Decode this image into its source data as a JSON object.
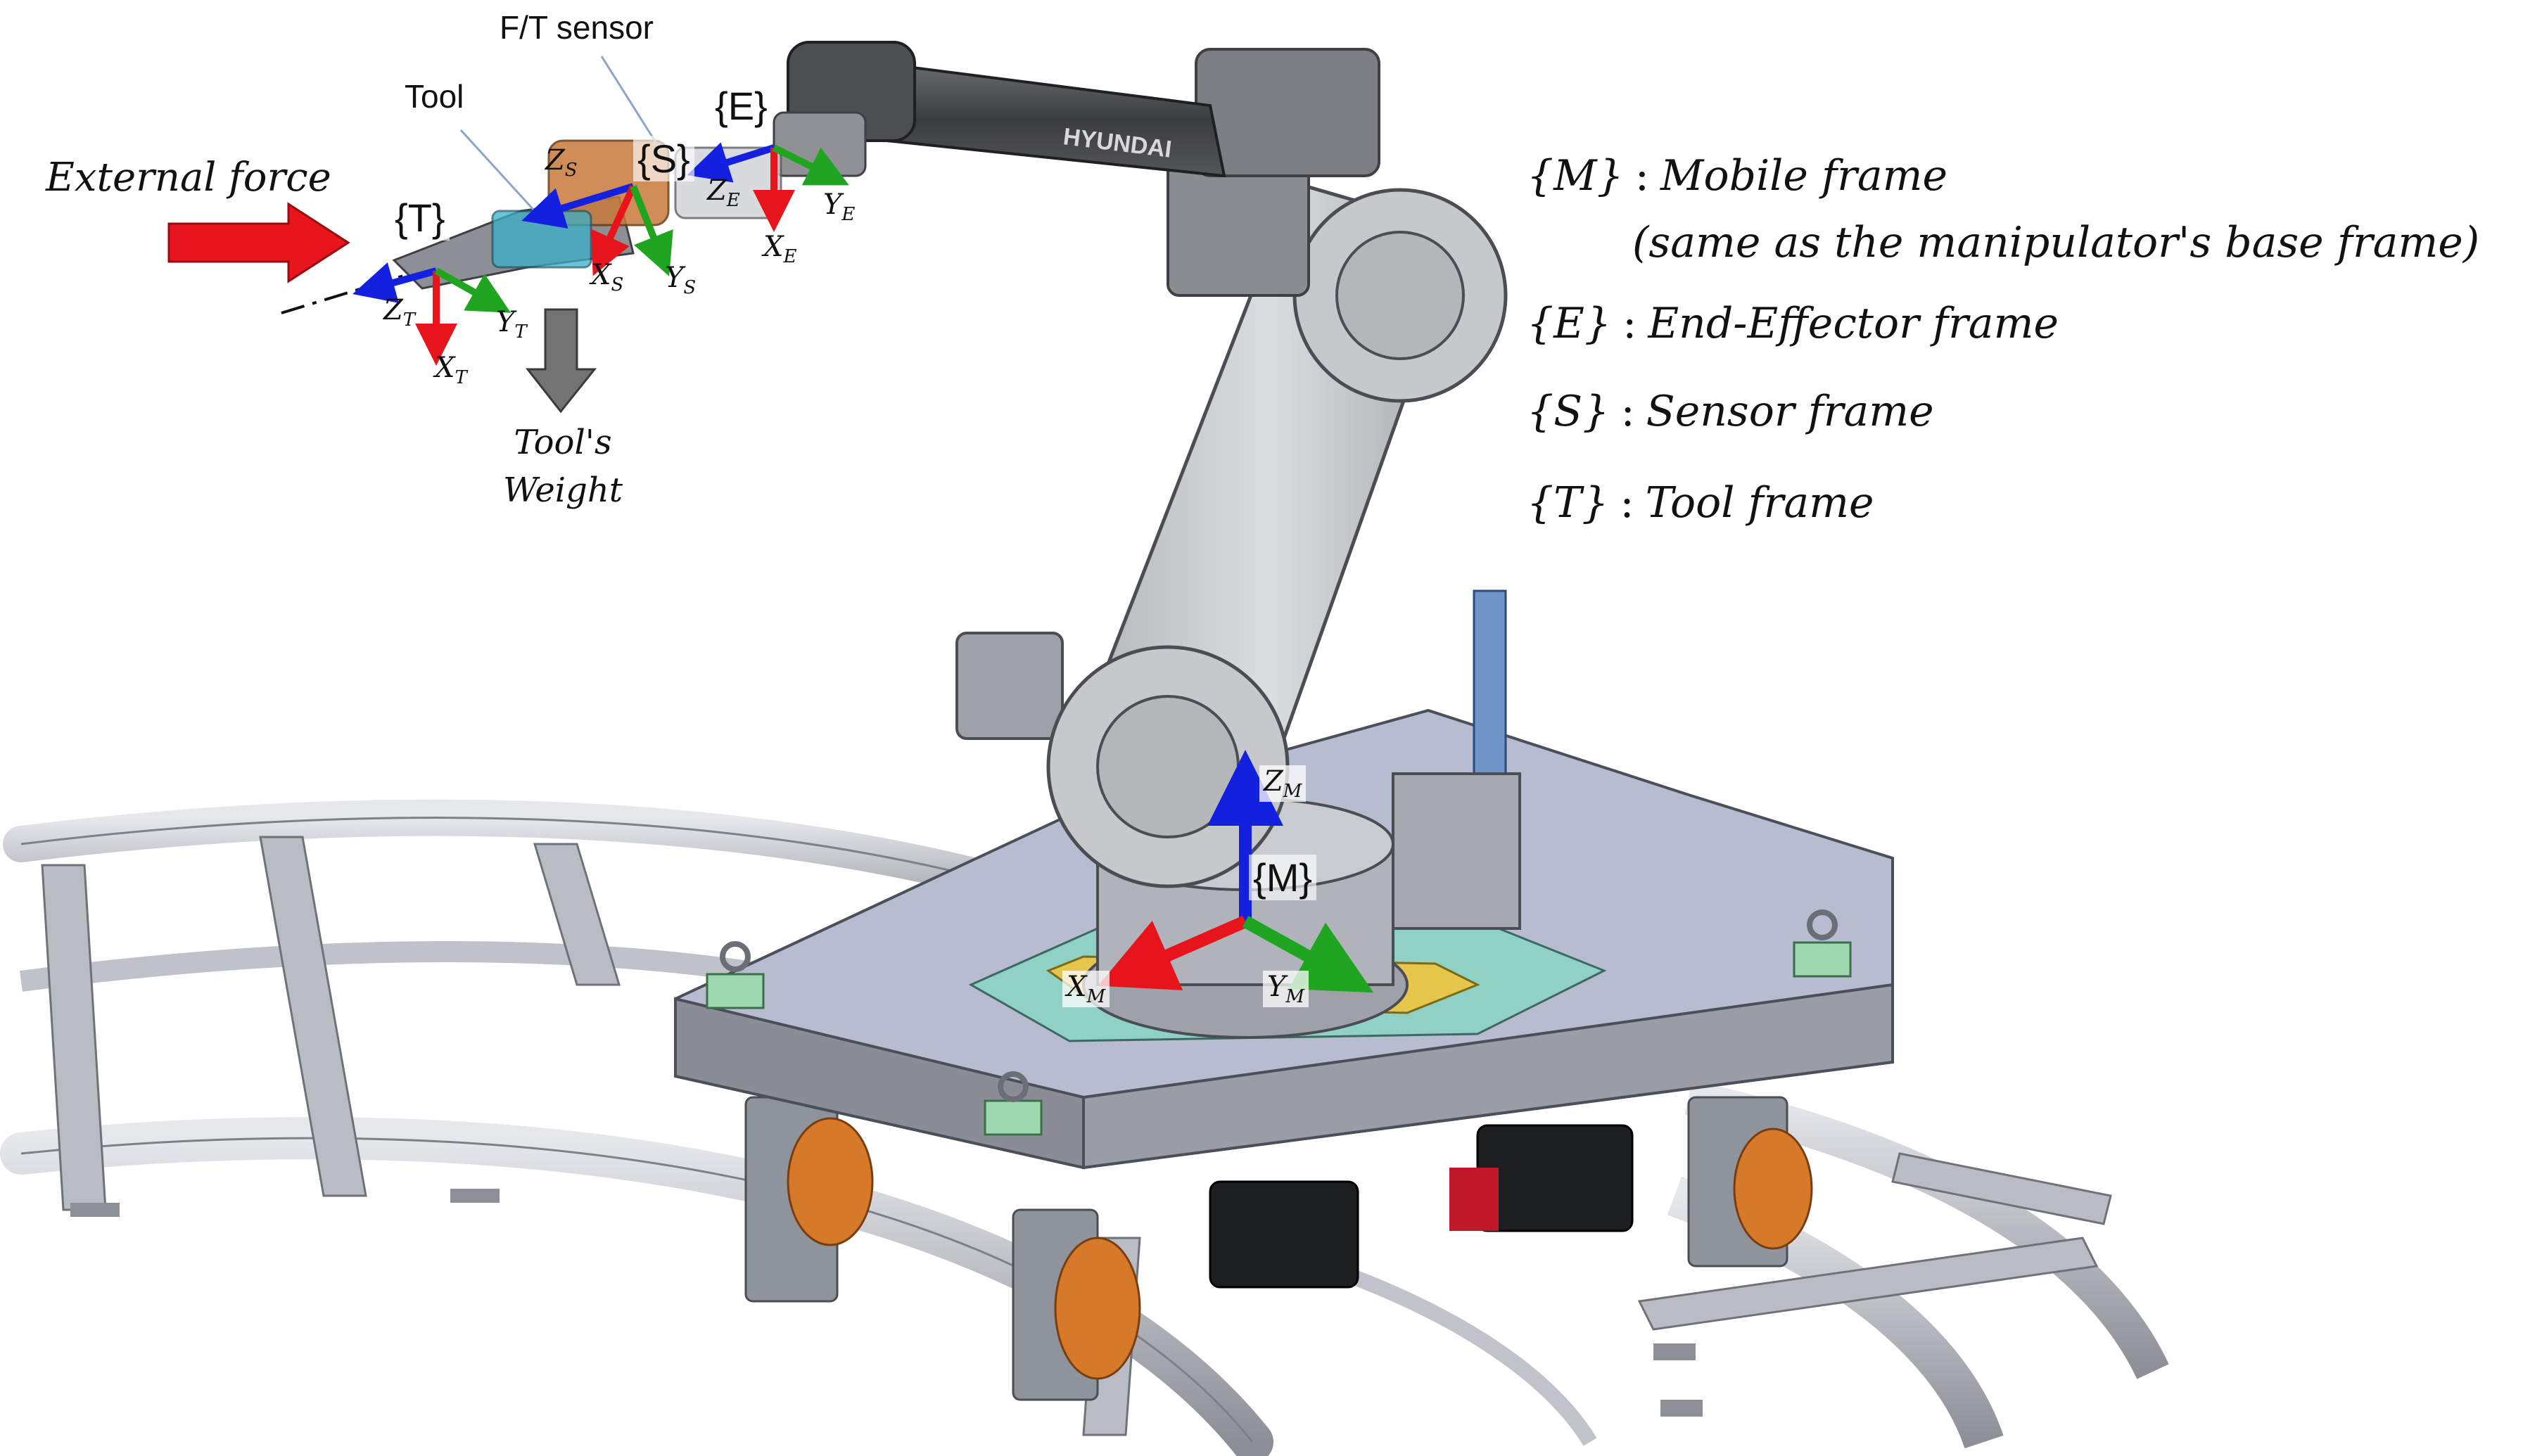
{
  "callouts": {
    "ft_sensor": "F/T sensor",
    "tool": "Tool",
    "external_force": "External force",
    "tools_weight_line1": "Tool's",
    "tools_weight_line2": "Weight"
  },
  "frame_tags": {
    "E": "{E}",
    "S": "{S}",
    "T": "{T}",
    "M": "{M}"
  },
  "axes": {
    "ZS": {
      "base": "Z",
      "sub": "S"
    },
    "XS": {
      "base": "X",
      "sub": "S"
    },
    "YS": {
      "base": "Y",
      "sub": "S"
    },
    "ZE": {
      "base": "Z",
      "sub": "E"
    },
    "XE": {
      "base": "X",
      "sub": "E"
    },
    "YE": {
      "base": "Y",
      "sub": "E"
    },
    "ZT": {
      "base": "Z",
      "sub": "T"
    },
    "XT": {
      "base": "X",
      "sub": "T"
    },
    "YT": {
      "base": "Y",
      "sub": "T"
    },
    "ZM": {
      "base": "Z",
      "sub": "M"
    },
    "XM": {
      "base": "X",
      "sub": "M"
    },
    "YM": {
      "base": "Y",
      "sub": "M"
    }
  },
  "legend": [
    {
      "symbol": "{M}",
      "sep": ":",
      "text": "Mobile frame",
      "note": "(same as the manipulator's base frame)"
    },
    {
      "symbol": "{E}",
      "sep": ":",
      "text": "End-Effector frame"
    },
    {
      "symbol": "{S}",
      "sep": ":",
      "text": "Sensor frame"
    },
    {
      "symbol": "{T}",
      "sep": ":",
      "text": "Tool frame"
    }
  ],
  "robot_brand": "HYUNDAI",
  "colors": {
    "x_axis": "#e8141c",
    "y_axis": "#1fa51f",
    "z_axis": "#1420e0",
    "force_arrow": "#e8141c",
    "weight_arrow": "#6e6e6e",
    "robot_body": "#c8c9cc",
    "robot_dark": "#4a4b4e",
    "platform": "#a9adc4",
    "rail": "#c4c7cc"
  }
}
